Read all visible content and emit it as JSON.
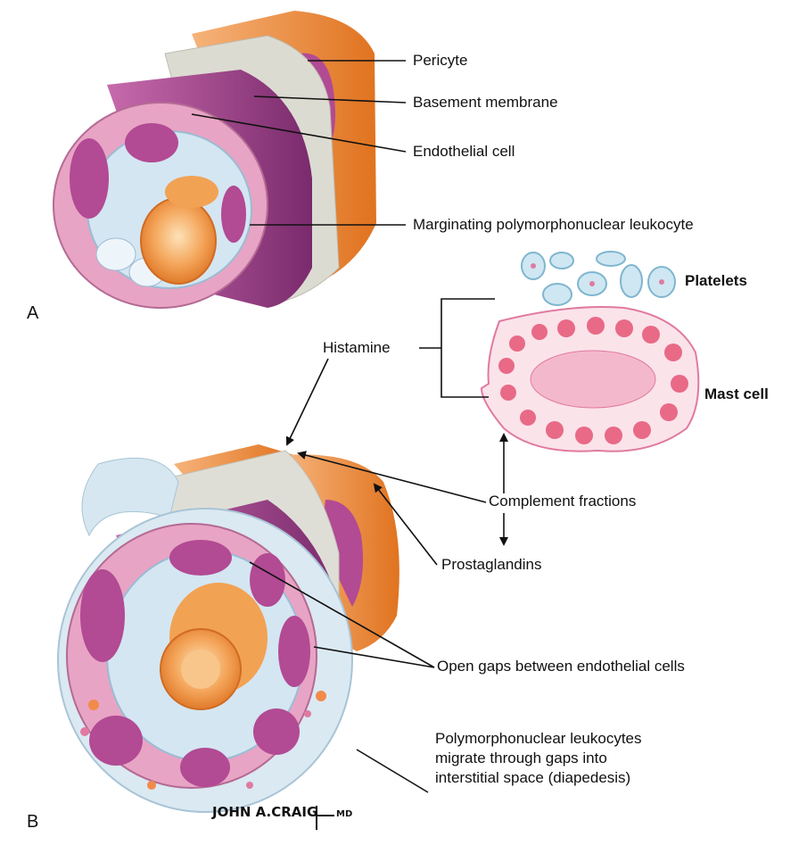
{
  "panels": {
    "a": "A",
    "b": "B"
  },
  "labels": {
    "pericyte": "Pericyte",
    "basement_membrane": "Basement membrane",
    "endothelial_cell": "Endothelial cell",
    "marginating": "Marginating polymorphonuclear leukocyte",
    "platelets": "Platelets",
    "histamine": "Histamine",
    "mast_cell": "Mast cell",
    "complement": "Complement fractions",
    "prostaglandins": "Prostaglandins",
    "open_gaps": "Open gaps between endothelial cells",
    "pmn_line1": "Polymorphonuclear leukocytes",
    "pmn_line2": "migrate through gaps into",
    "pmn_line3": "interstitial space (diapedesis)"
  },
  "signature": "JOHN A.CRAIG_MD",
  "colors": {
    "pericyte": "#e98a3c",
    "basement": "#d9d8cf",
    "endothelium": "#9b3c8a",
    "cell_pink": "#e8a4c4",
    "nucleus": "#b24a94",
    "rbc": "#f2a253",
    "lumen_blue": "#d4e6f2",
    "mast_granule": "#e86a86",
    "platelet": "#bfe0ef"
  }
}
